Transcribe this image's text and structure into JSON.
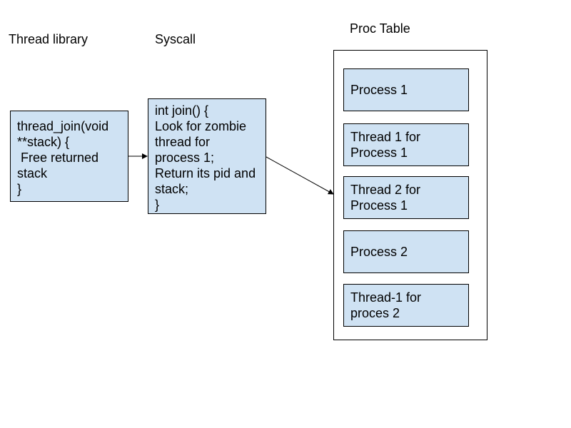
{
  "headings": {
    "thread_library": "Thread library",
    "syscall": "Syscall",
    "proc_table": "Proc Table"
  },
  "thread_library_box": {
    "lines": [
      "thread_join(void",
      "**stack) {",
      " Free returned",
      "stack",
      "}"
    ]
  },
  "syscall_box": {
    "lines": [
      "int join() {",
      "Look for zombie",
      "thread for",
      "process 1;",
      "Return its pid and",
      "stack;",
      "}"
    ]
  },
  "proc_table": {
    "entries": [
      "Process 1",
      "Thread 1 for\nProcess 1",
      "Thread 2 for\nProcess 1",
      "Process 2",
      "Thread-1 for\nproces 2"
    ]
  },
  "colors": {
    "box_fill": "#cfe2f3",
    "border": "#000000"
  }
}
